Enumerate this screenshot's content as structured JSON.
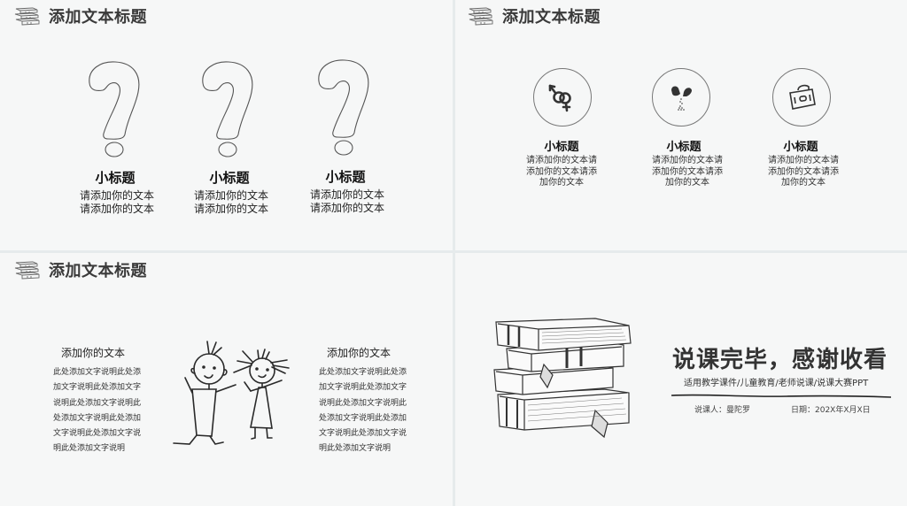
{
  "slides": [
    {
      "header": {
        "icon": "book-stack-icon",
        "title": "添加文本标题"
      },
      "items": [
        {
          "icon": "question-mark-icon",
          "title": "小标题",
          "lines": [
            "请添加你的文本",
            "请添加你的文本"
          ]
        },
        {
          "icon": "question-mark-icon",
          "title": "小标题",
          "lines": [
            "请添加你的文本",
            "请添加你的文本"
          ]
        },
        {
          "icon": "question-mark-icon",
          "title": "小标题",
          "lines": [
            "请添加你的文本",
            "请添加你的文本"
          ]
        }
      ]
    },
    {
      "header": {
        "icon": "book-stack-icon",
        "title": "添加文本标题"
      },
      "items": [
        {
          "icon": "gender-symbol-icon",
          "title": "小标题",
          "lines": [
            "请添加你的文本请",
            "添加你的文本请添",
            "加你的文本"
          ]
        },
        {
          "icon": "capsule-pill-icon",
          "title": "小标题",
          "lines": [
            "请添加你的文本请",
            "添加你的文本请添",
            "加你的文本"
          ]
        },
        {
          "icon": "briefcase-icon",
          "title": "小标题",
          "lines": [
            "请添加你的文本请",
            "添加你的文本请添",
            "加你的文本"
          ]
        }
      ]
    },
    {
      "header": {
        "icon": "book-stack-icon",
        "title": "添加文本标题"
      },
      "columns": [
        {
          "heading": "添加你的文本",
          "lines": [
            "此处添加文字说明此处添",
            "加文字说明此处添加文字",
            "说明此处添加文字说明此",
            "处添加文字说明此处添加",
            "文字说明此处添加文字说",
            "明此处添加文字说明"
          ]
        },
        {
          "heading": "添加你的文本",
          "lines": [
            "此处添加文字说明此处添",
            "加文字说明此处添加文字",
            "说明此处添加文字说明此",
            "处添加文字说明此处添加",
            "文字说明此处添加文字说",
            "明此处添加文字说明"
          ]
        }
      ],
      "illustration": "stick-figure-children-icon"
    },
    {
      "illustration": "book-pile-icon",
      "title": "说课完毕，感谢收看",
      "subtitle": "适用教学课件/儿童教育/老师说课/说课大赛PPT",
      "presenter_label": "说课人：曼陀罗",
      "date_label": "日期：202X年X月X日"
    }
  ],
  "colors": {
    "background": "#f6f7f7",
    "gap": "#e6ebec",
    "text": "#333333",
    "line": "#222222"
  }
}
